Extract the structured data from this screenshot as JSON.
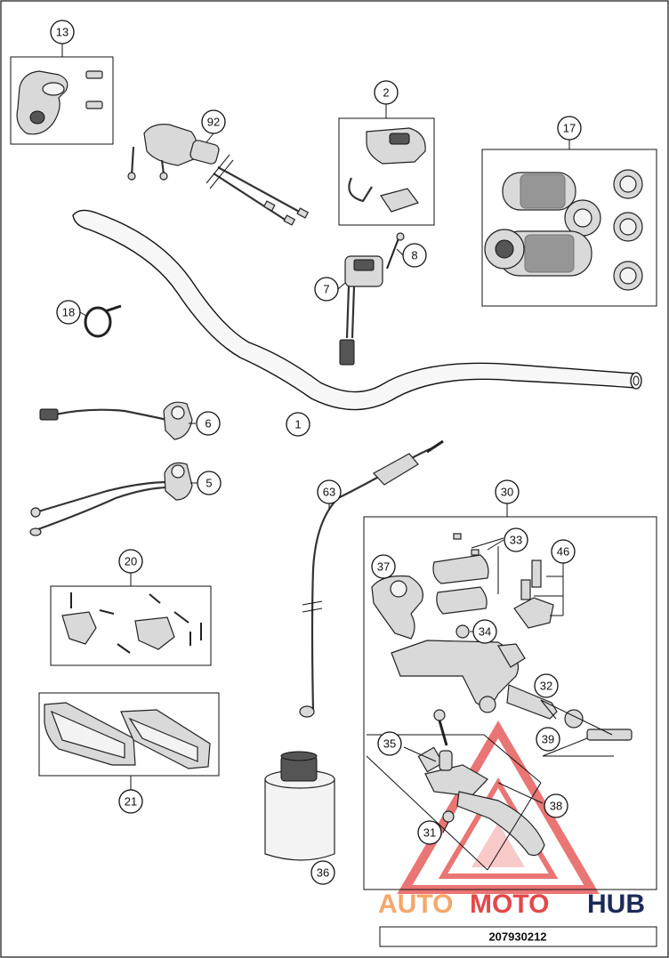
{
  "callouts": [
    {
      "id": "c13",
      "label": "13"
    },
    {
      "id": "c92",
      "label": "92"
    },
    {
      "id": "c2",
      "label": "2"
    },
    {
      "id": "c17",
      "label": "17"
    },
    {
      "id": "c8",
      "label": "8"
    },
    {
      "id": "c7",
      "label": "7"
    },
    {
      "id": "c18",
      "label": "18"
    },
    {
      "id": "c6",
      "label": "6"
    },
    {
      "id": "c1",
      "label": "1"
    },
    {
      "id": "c5",
      "label": "5"
    },
    {
      "id": "c63",
      "label": "63"
    },
    {
      "id": "c30",
      "label": "30"
    },
    {
      "id": "c33",
      "label": "33"
    },
    {
      "id": "c46",
      "label": "46"
    },
    {
      "id": "c37",
      "label": "37"
    },
    {
      "id": "c34",
      "label": "34"
    },
    {
      "id": "c20",
      "label": "20"
    },
    {
      "id": "c32",
      "label": "32"
    },
    {
      "id": "c35",
      "label": "35"
    },
    {
      "id": "c39",
      "label": "39"
    },
    {
      "id": "c21",
      "label": "21"
    },
    {
      "id": "c38",
      "label": "38"
    },
    {
      "id": "c31",
      "label": "31"
    },
    {
      "id": "c36",
      "label": "36"
    }
  ],
  "reference_number": "207930212",
  "watermark": {
    "part1": "AUTO",
    "part2": "MOTO",
    "part3": "HUB",
    "color_orange": "#f5a76a",
    "color_red": "#e34848",
    "color_navy": "#1c2a59"
  }
}
